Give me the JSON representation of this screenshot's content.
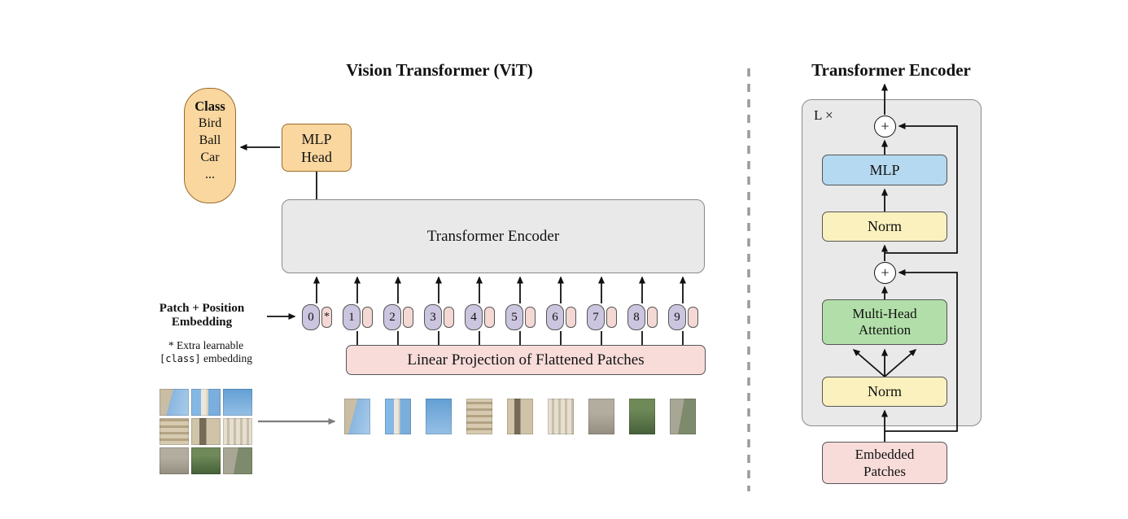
{
  "figure": {
    "left": {
      "title": "Vision Transformer (ViT)",
      "class_card": {
        "title": "Class",
        "items": [
          "Bird",
          "Ball",
          "Car"
        ],
        "ellipsis": "..."
      },
      "mlp_head": {
        "line1": "MLP",
        "line2": "Head"
      },
      "encoder_label": "Transformer Encoder",
      "embedding_label": {
        "line1": "Patch + Position",
        "line2": "Embedding"
      },
      "note": {
        "line1": "* Extra learnable",
        "code": "[class]",
        "line2": "embedding"
      },
      "linear_projection_label": "Linear Projection of Flattened Patches",
      "token_labels": [
        "0",
        "1",
        "2",
        "3",
        "4",
        "5",
        "6",
        "7",
        "8",
        "9"
      ],
      "class_token_star": "*"
    },
    "right": {
      "title": "Transformer Encoder",
      "loop_label": "L ×",
      "plus_symbol": "+",
      "mlp_label": "MLP",
      "norm_label": "Norm",
      "mha": {
        "line1": "Multi-Head",
        "line2": "Attention"
      },
      "embedded_patches": {
        "line1": "Embedded",
        "line2": "Patches"
      }
    },
    "colors": {
      "orange_fill": "#FAD79E",
      "orange_border": "#9A6A28",
      "gray_fill": "#E9E9E9",
      "pink_fill": "#F8DCDA",
      "yellow_fill": "#FBF1BE",
      "blue_fill": "#B5D9F1",
      "green_fill": "#B2DFA9",
      "purple_fill": "#CBC5DF",
      "line_color": "#111111",
      "divider_color": "#9B9B9B"
    }
  }
}
